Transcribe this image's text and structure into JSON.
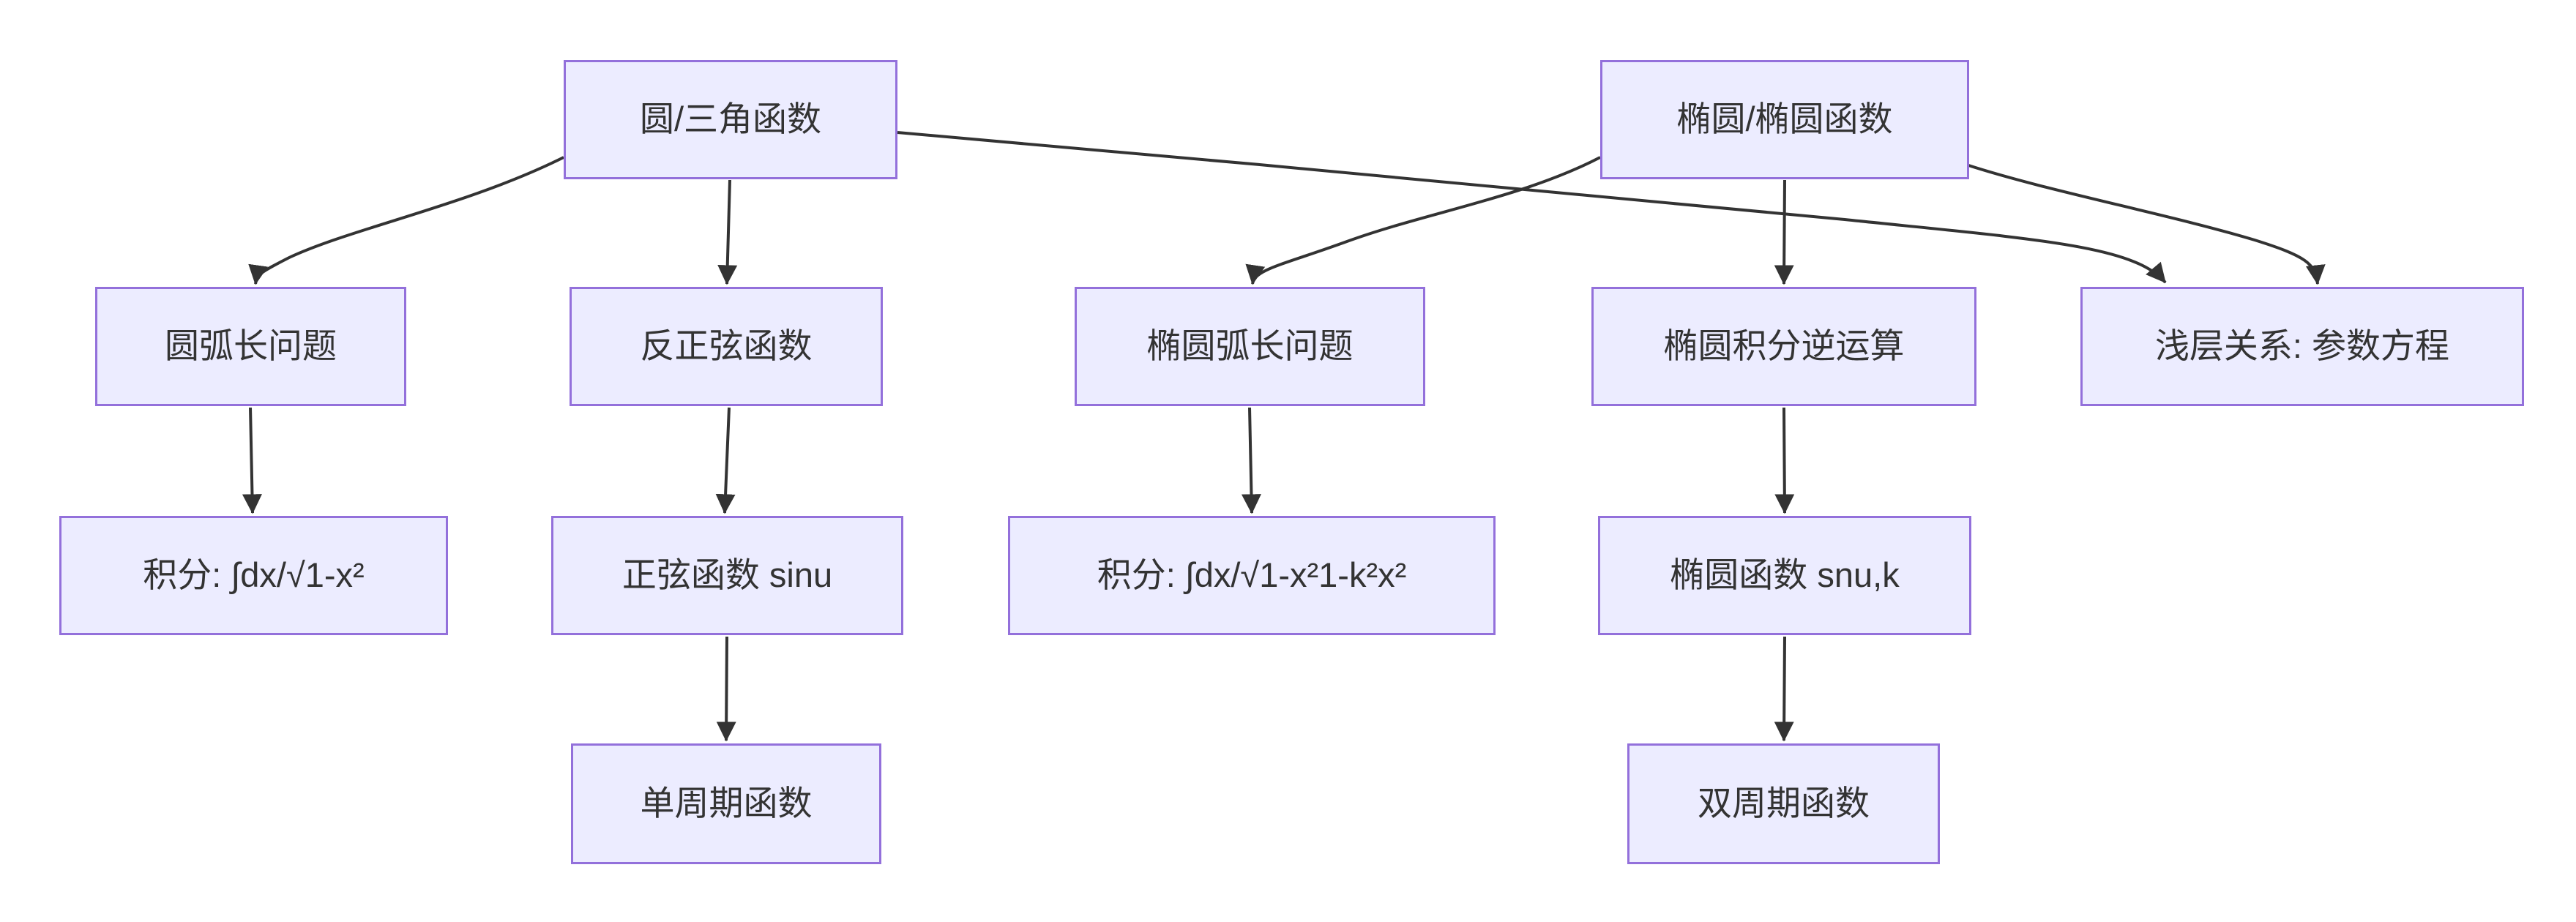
{
  "diagram": {
    "type": "flowchart",
    "direction": "top-down",
    "background_color": "#ffffff",
    "node_fill_color": "#ECECFF",
    "node_border_color": "#9370DB",
    "text_color": "#333333",
    "edge_color": "#333333",
    "nodes": {
      "A": {
        "label": "圆/三角函数"
      },
      "B": {
        "label": "椭圆/椭圆函数"
      },
      "C": {
        "label": "圆弧长问题"
      },
      "D": {
        "label": "反正弦函数"
      },
      "E": {
        "label": "椭圆弧长问题"
      },
      "F": {
        "label": "椭圆积分逆运算"
      },
      "G": {
        "label": "浅层关系: 参数方程"
      },
      "H": {
        "label": "积分: ∫dx/√1-x²"
      },
      "I": {
        "label": "正弦函数 sinu"
      },
      "J": {
        "label": "积分: ∫dx/√1-x²1-k²x²"
      },
      "K": {
        "label": "椭圆函数 snu,k"
      },
      "L": {
        "label": "单周期函数"
      },
      "M": {
        "label": "双周期函数"
      }
    },
    "edges": [
      {
        "from": "A",
        "to": "C"
      },
      {
        "from": "A",
        "to": "D"
      },
      {
        "from": "A",
        "to": "G"
      },
      {
        "from": "B",
        "to": "E"
      },
      {
        "from": "B",
        "to": "F"
      },
      {
        "from": "B",
        "to": "G"
      },
      {
        "from": "C",
        "to": "H"
      },
      {
        "from": "D",
        "to": "I"
      },
      {
        "from": "E",
        "to": "J"
      },
      {
        "from": "F",
        "to": "K"
      },
      {
        "from": "I",
        "to": "L"
      },
      {
        "from": "K",
        "to": "M"
      }
    ]
  }
}
